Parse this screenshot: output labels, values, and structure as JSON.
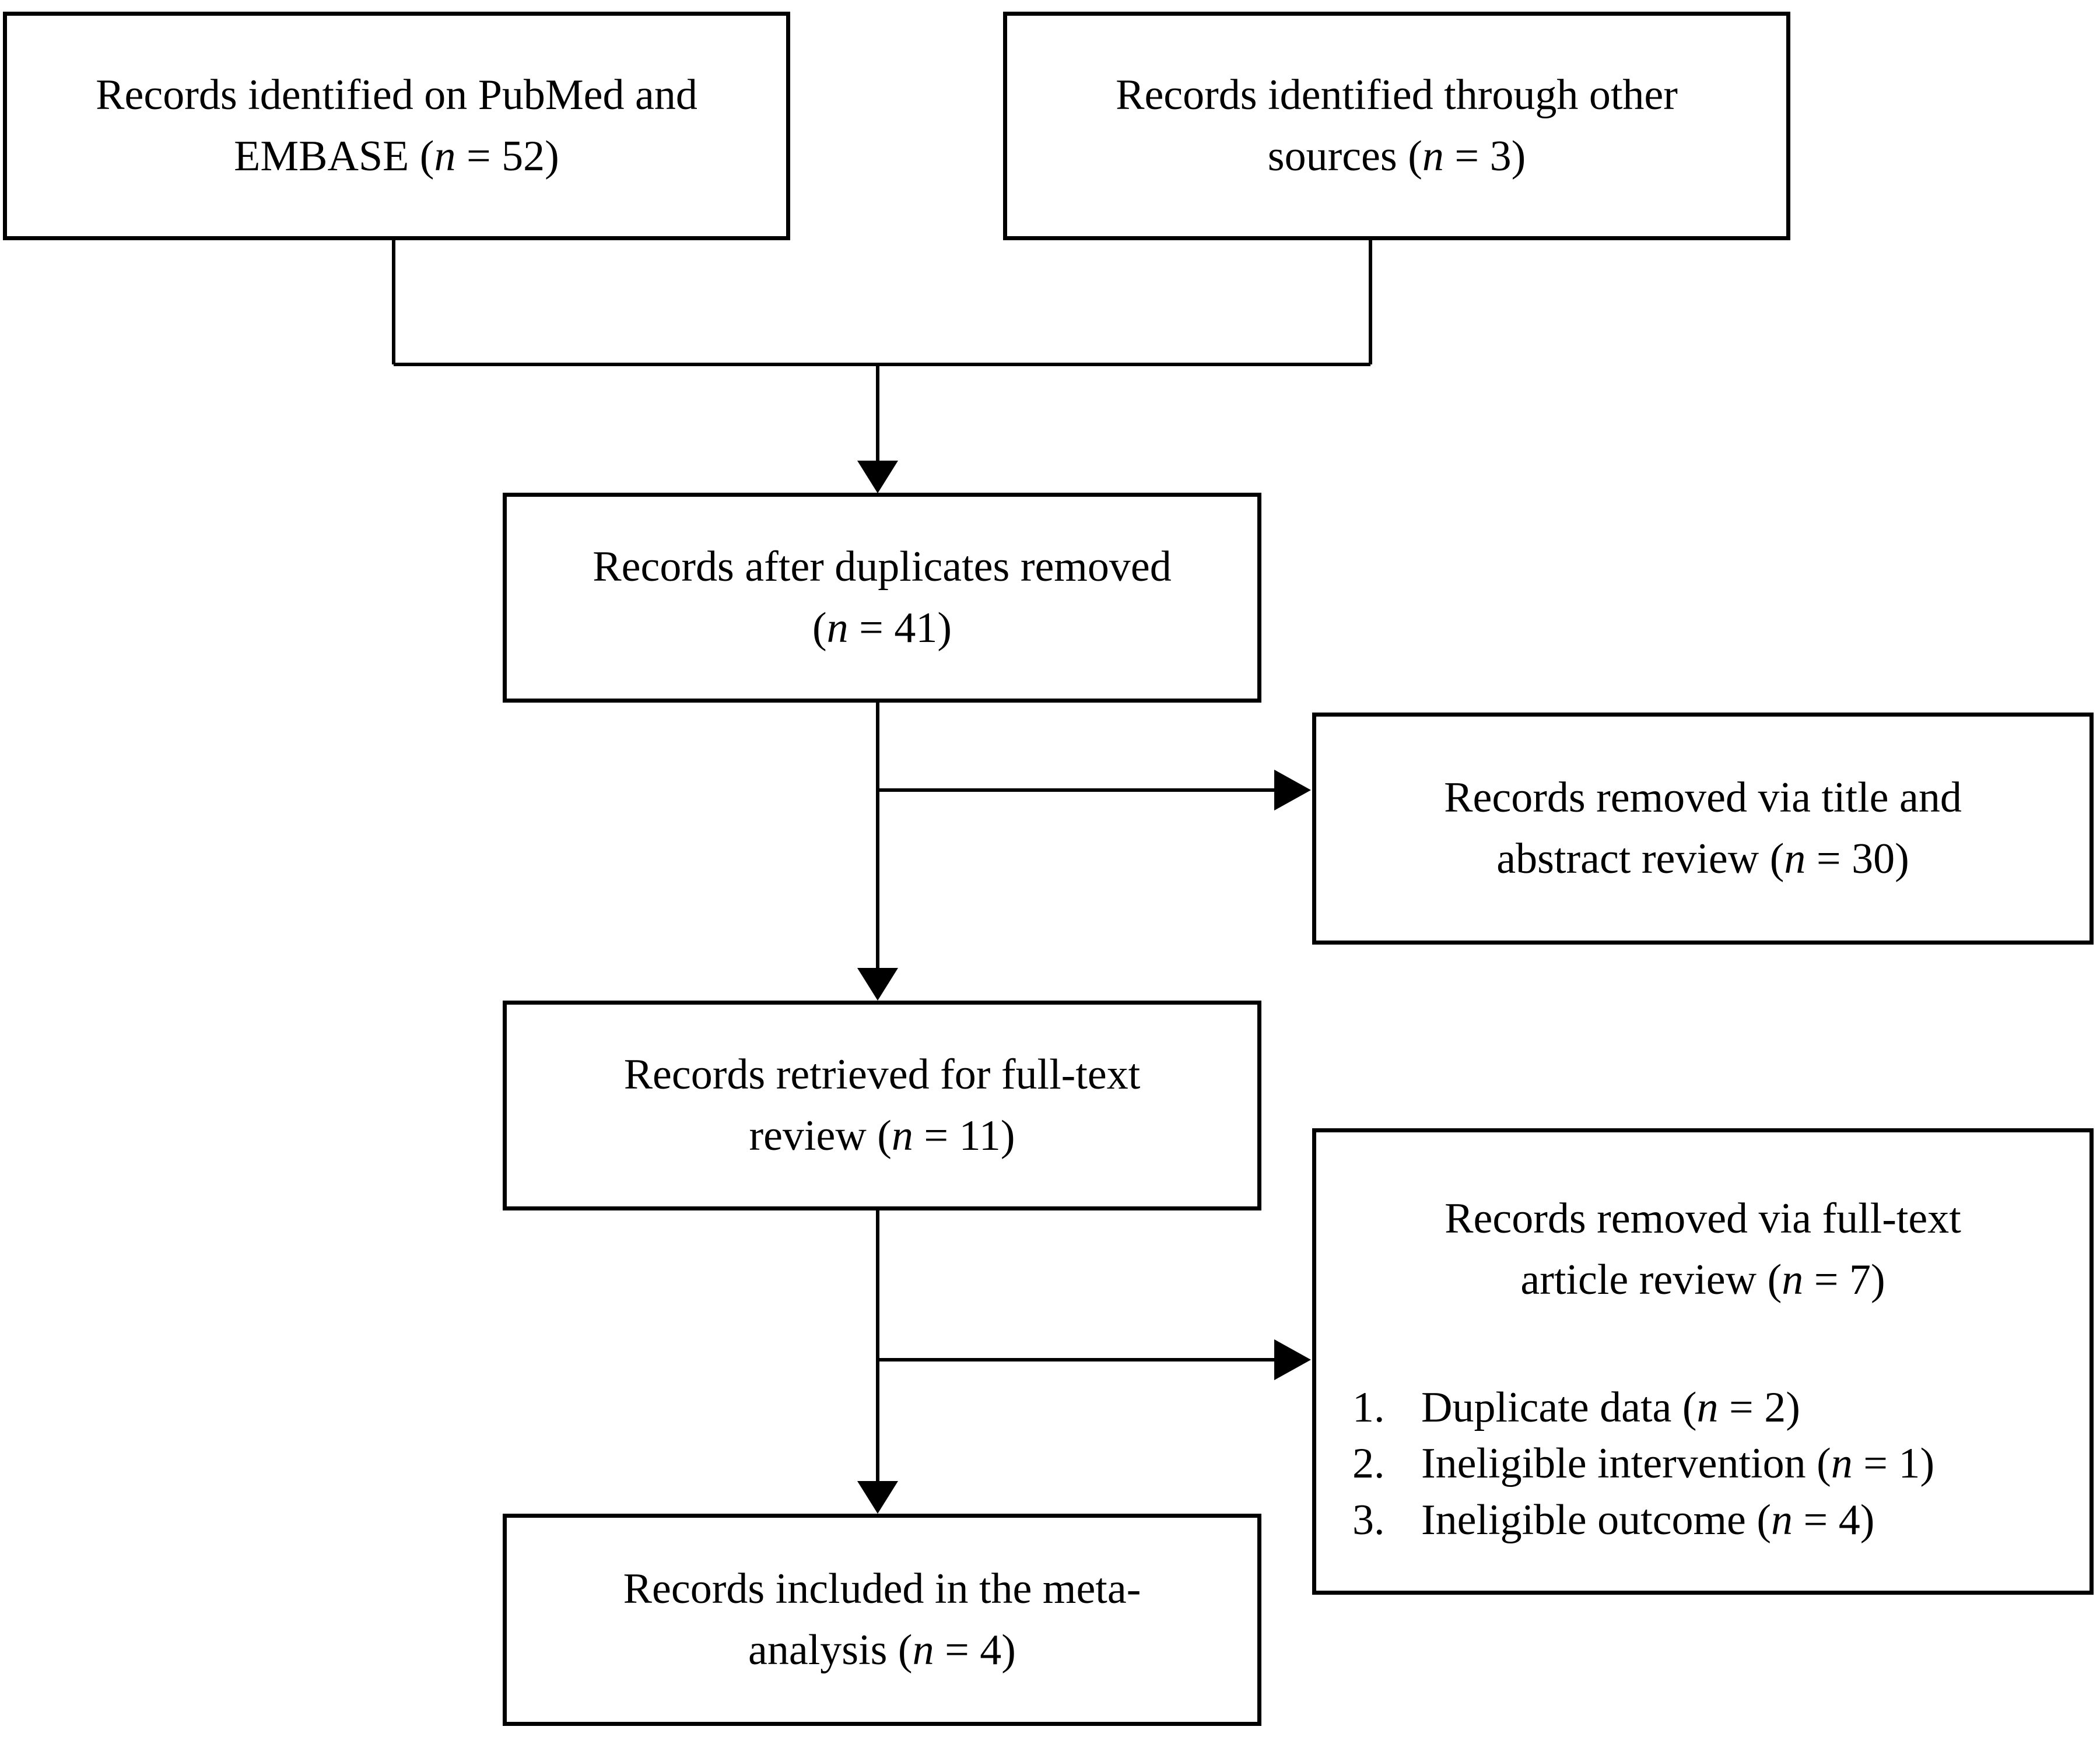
{
  "diagram": {
    "type": "prisma-flow-diagram",
    "colors": {
      "background": "#ffffff",
      "box_border": "#000000",
      "text": "#000000",
      "connector": "#000000"
    },
    "nodes": {
      "identified_databases": {
        "id": "identified-databases",
        "line1": "Records identified on PubMed and",
        "line2_prefix": "EMBASE (",
        "line2_var": "n",
        "line2_suffix": " = 52)",
        "count": 52,
        "full_text": "Records identified on PubMed and EMBASE (n = 52)"
      },
      "identified_other": {
        "id": "identified-other-sources",
        "line1": "Records identified through other",
        "line2_prefix": "sources (",
        "line2_var": "n",
        "line2_suffix": " = 3)",
        "count": 3,
        "full_text": "Records identified through other sources (n = 3)"
      },
      "after_duplicates": {
        "id": "records-after-duplicates-removed",
        "line1": "Records after duplicates removed",
        "line2_prefix": "(",
        "line2_var": "n",
        "line2_suffix": " = 41)",
        "count": 41,
        "full_text": "Records after duplicates removed (n = 41)"
      },
      "removed_title_abstract": {
        "id": "records-removed-title-abstract",
        "line1": "Records removed via title and",
        "line2_prefix": "abstract review (",
        "line2_var": "n",
        "line2_suffix": " = 30)",
        "count": 30,
        "full_text": "Records removed via title and abstract review (n = 30)"
      },
      "fulltext_retrieved": {
        "id": "records-retrieved-full-text",
        "line1": "Records retrieved for full-text",
        "line2_prefix": "review (",
        "line2_var": "n",
        "line2_suffix": " = 11)",
        "count": 11,
        "full_text": "Records retrieved for full-text review (n = 11)"
      },
      "removed_fulltext": {
        "id": "records-removed-full-text",
        "line1": "Records removed via full-text",
        "line2_prefix": "article review (",
        "line2_var": "n",
        "line2_suffix": " = 7)",
        "count": 7,
        "full_text": "Records removed via full-text article review (n = 7)",
        "reasons": [
          {
            "number": "1.",
            "label": "Duplicate data (",
            "var": "n",
            "suffix": " = 2)",
            "count": 2,
            "full_text": "Duplicate data (n = 2)"
          },
          {
            "number": "2.",
            "label": "Ineligible intervention (",
            "var": "n",
            "suffix": " = 1)",
            "count": 1,
            "full_text": "Ineligible intervention (n = 1)"
          },
          {
            "number": "3.",
            "label": "Ineligible outcome (",
            "var": "n",
            "suffix": " = 4)",
            "count": 4,
            "full_text": "Ineligible outcome (n = 4)"
          }
        ]
      },
      "included": {
        "id": "records-included-meta-analysis",
        "line1": "Records included in the meta-",
        "line2_prefix": "analysis (",
        "line2_var": "n",
        "line2_suffix": " = 4)",
        "count": 4,
        "full_text": "Records included in the meta-analysis (n = 4)"
      }
    }
  }
}
